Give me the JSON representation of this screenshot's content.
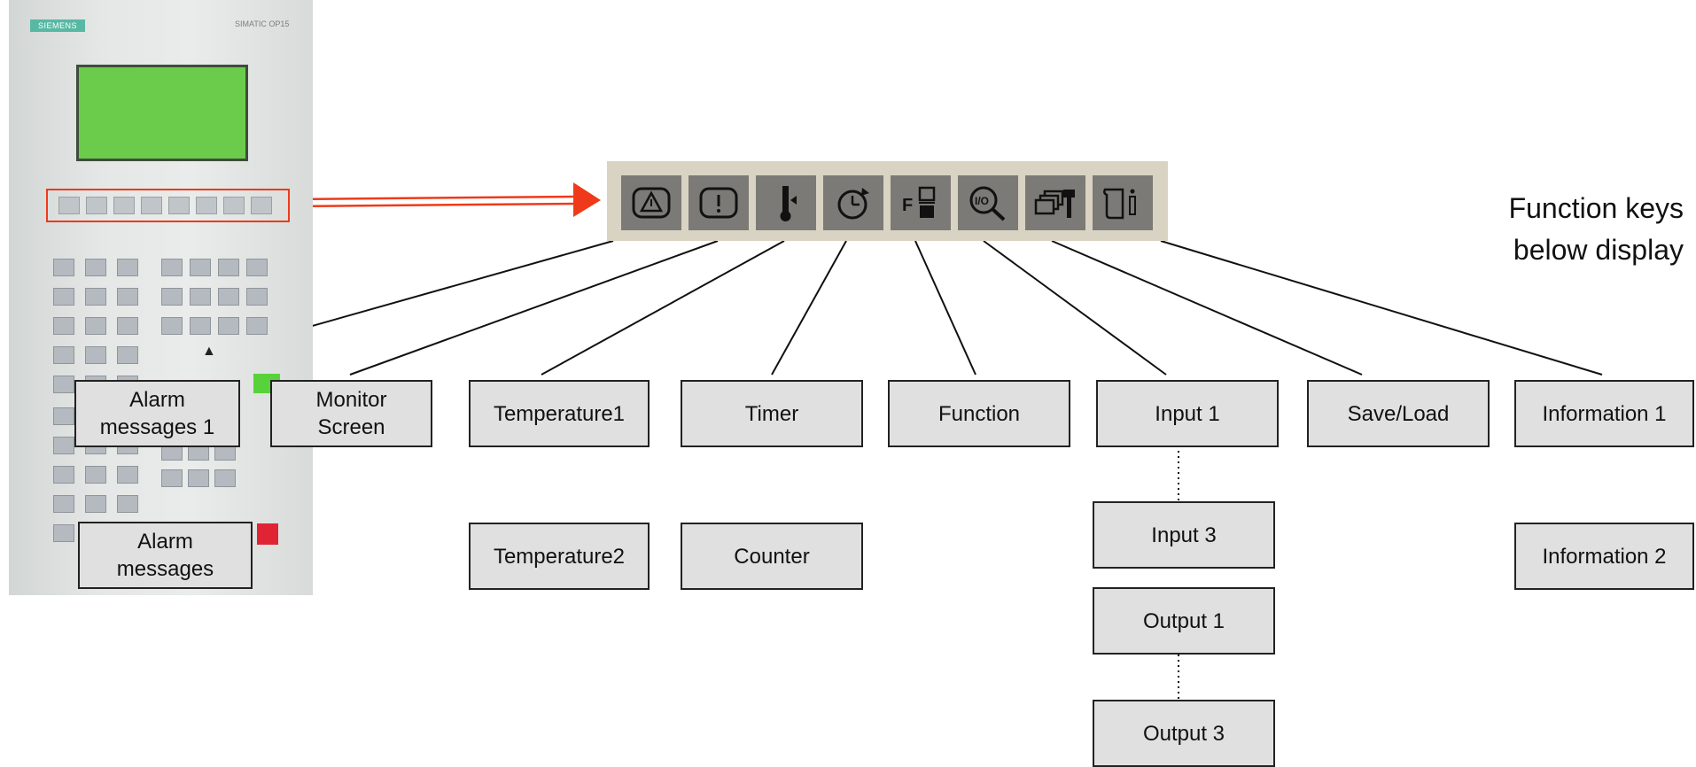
{
  "device": {
    "brand": "SIEMENS",
    "model": "SIMATIC OP15",
    "screen_color": "#6acc4a"
  },
  "highlight_color": "#ee3a1a",
  "function_keys": [
    {
      "icon": "warning-triangle-icon"
    },
    {
      "icon": "exclamation-screen-icon"
    },
    {
      "icon": "thermometer-icon"
    },
    {
      "icon": "clock-timer-icon"
    },
    {
      "icon": "function-f-icon"
    },
    {
      "icon": "io-magnifier-icon"
    },
    {
      "icon": "windows-wrench-icon"
    },
    {
      "icon": "document-info-icon"
    }
  ],
  "caption": "Function keys\nbelow display",
  "labels": {
    "alarm_messages_1": "Alarm\nmessages 1",
    "monitor_screen": "Monitor\nScreen",
    "temperature1": "Temperature1",
    "timer": "Timer",
    "function": "Function",
    "input1": "Input 1",
    "save_load": "Save/Load",
    "information1": "Information 1",
    "alarm_messages": "Alarm\nmessages",
    "temperature2": "Temperature2",
    "counter": "Counter",
    "input3": "Input 3",
    "output1": "Output 1",
    "output3": "Output 3",
    "information2": "Information 2"
  }
}
